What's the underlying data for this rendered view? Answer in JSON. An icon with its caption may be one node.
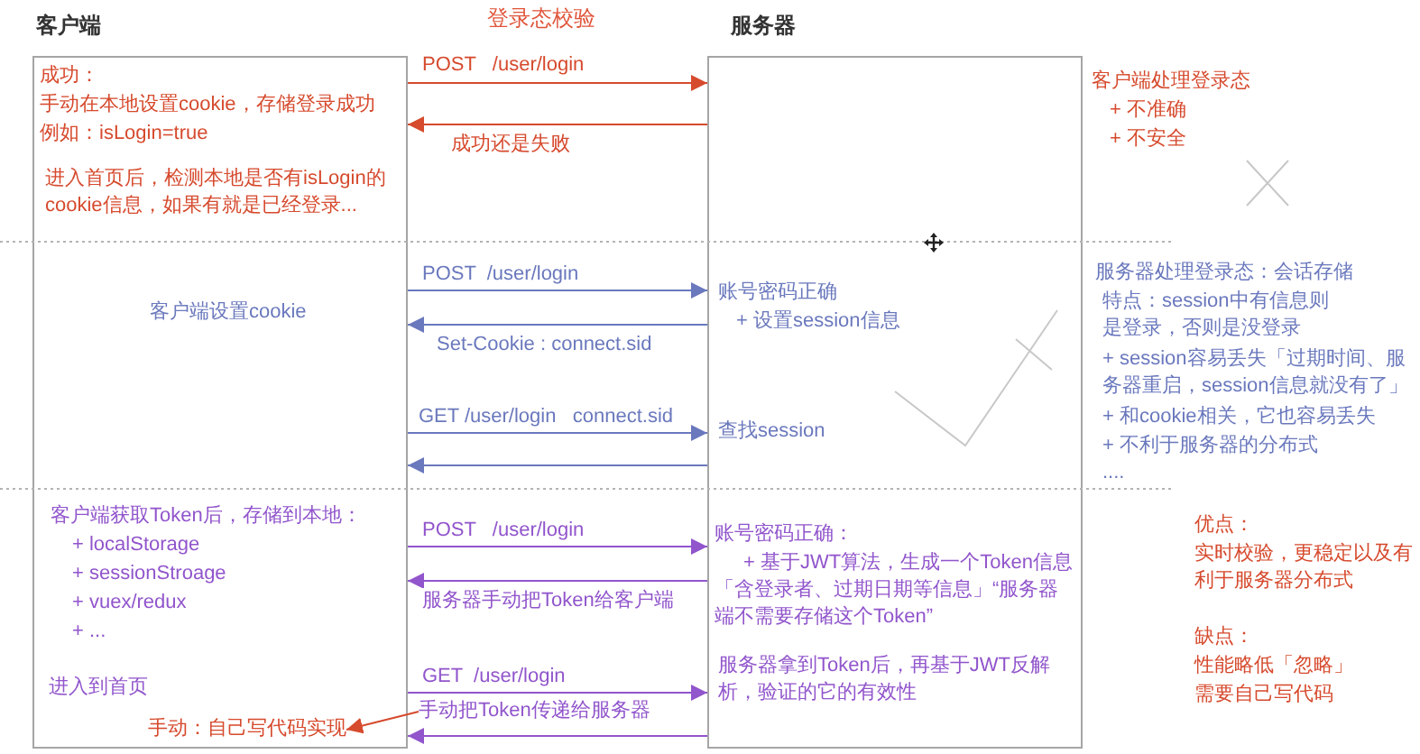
{
  "diagram": {
    "title": "登录态校验",
    "nodes": [
      {
        "text": [
          "客户端"
        ]
      },
      {
        "text": [
          "服务器"
        ]
      },
      {
        "text": [
          "手动：自己写代码实现"
        ],
        "in": 0
      },
      {
        "text": [
          "手动把Token传递给服务器"
        ]
      }
    ],
    "edges": [
      {
        "from": 0,
        "to": 1,
        "arrow": "to",
        "label": "POST   /user/login",
        "color": "#d64a2d"
      },
      {
        "from": 1,
        "to": 0,
        "arrow": "to",
        "label": "成功还是失败",
        "color": "#d64a2d"
      },
      {
        "from": 0,
        "to": 1,
        "arrow": "to",
        "label": "POST  /user/login",
        "color": "#6a78bd"
      },
      {
        "from": 1,
        "to": 0,
        "arrow": "to",
        "label": "Set-Cookie : connect.sid",
        "color": "#6a78bd"
      },
      {
        "from": 0,
        "to": 1,
        "arrow": "to",
        "label": "GET /user/login   connect.sid",
        "color": "#6a78bd"
      },
      {
        "from": 1,
        "to": 0,
        "arrow": "to",
        "color": "#6a78bd"
      },
      {
        "from": 0,
        "to": 1,
        "arrow": "to",
        "label": "POST   /user/login",
        "color": "#9155cc"
      },
      {
        "from": 1,
        "to": 0,
        "arrow": "to",
        "label": "服务器手动把Token给客户端",
        "color": "#9155cc"
      },
      {
        "from": 0,
        "to": 1,
        "arrow": "to",
        "label": "GET  /user/login",
        "color": "#9155cc"
      },
      {
        "from": 1,
        "to": 0,
        "arrow": "to",
        "color": "#9155cc"
      },
      {
        "from": 3,
        "to": 2,
        "arrow": "to",
        "color": "#d64a2d"
      }
    ],
    "labels": [
      "成功：",
      "手动在本地设置cookie，存储登录成功",
      "例如：isLogin=true",
      "进入首页后，检测本地是否有isLogin的cookie信息，如果有就是已经登录...",
      "客户端处理登录态",
      "+ 不准确",
      "+ 不安全",
      "客户端设置cookie",
      "账号密码正确",
      "+ 设置session信息",
      "查找session",
      "服务器处理登录态：会话存储",
      "特点：session中有信息则是登录，否则是没登录",
      "+ session容易丢失「过期时间、服务器重启，session信息就没有了」",
      "+ 和cookie相关，它也容易丢失",
      "+ 不利于服务器的分布式",
      "....",
      "客户端获取Token后，存储到本地：",
      "+ localStorage",
      "+ sessionStroage",
      "+ vuex/redux",
      "+ ...",
      "进入到首页",
      "账号密码正确：",
      "+ 基于JWT算法，生成一个Token信息「含登录者、过期日期等信息」“服务器端不需要存储这个Token”",
      "服务器拿到Token后，再基于JWT反解析，验证的它的有效性",
      "优点：",
      "实时校验，更稳定以及有利于服务器分布式",
      "缺点：",
      "性能略低「忽略」",
      "需要自己写代码"
    ]
  }
}
